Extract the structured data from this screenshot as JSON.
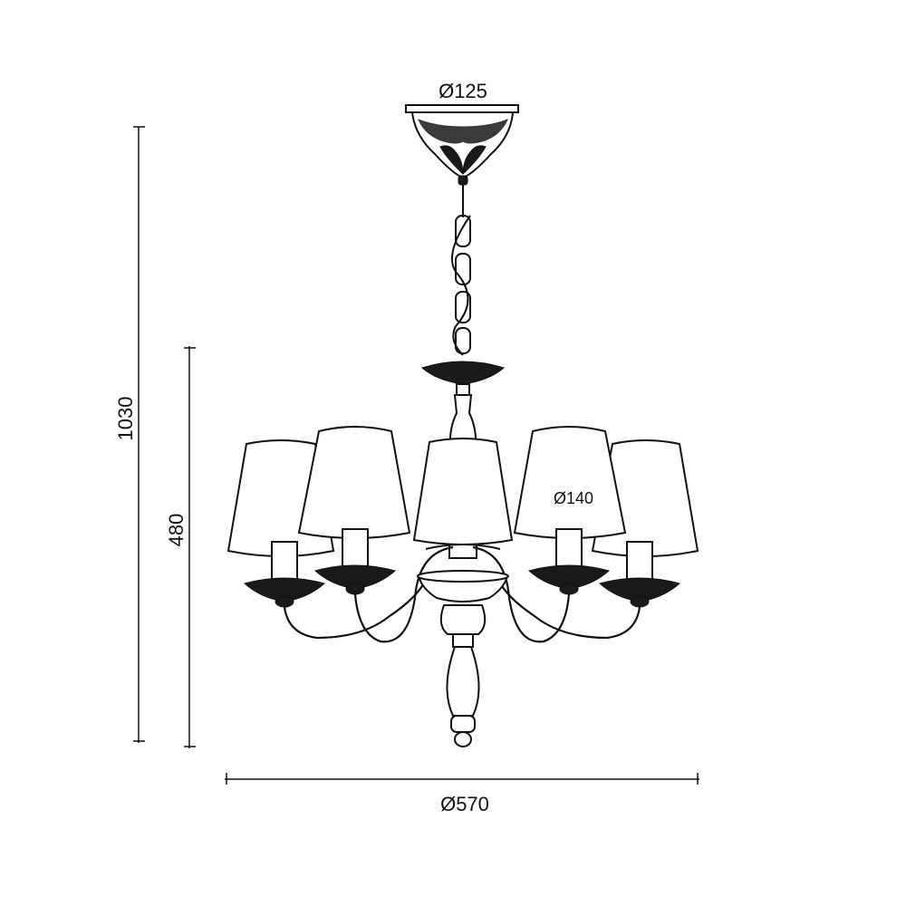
{
  "dimensions": {
    "canopy_diameter": "Ø125",
    "shade_diameter": "Ø140",
    "total_diameter": "Ø570",
    "total_height": "1030",
    "body_height": "480"
  },
  "colors": {
    "line": "#111111",
    "background": "#ffffff"
  }
}
